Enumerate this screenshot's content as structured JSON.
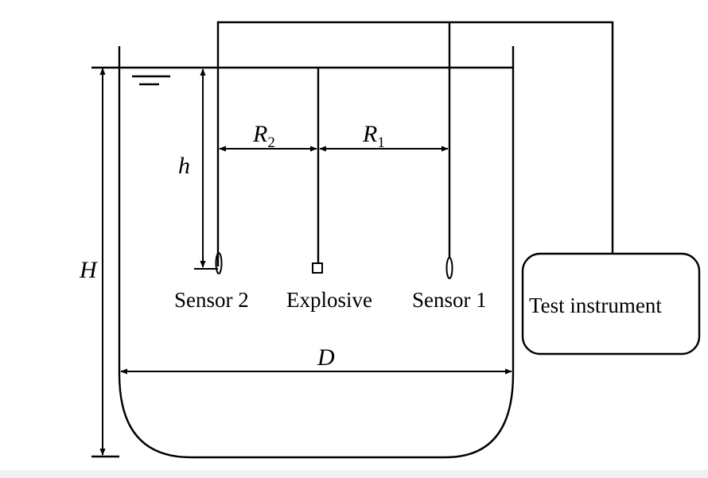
{
  "labels": {
    "sensor2": "Sensor 2",
    "explosive": "Explosive",
    "sensor1": "Sensor 1",
    "instrument": "Test instrument"
  },
  "variables": {
    "H": "H",
    "h": "h",
    "D": "D",
    "R": "R",
    "r1_sub": "1",
    "r2_sub": "2"
  }
}
